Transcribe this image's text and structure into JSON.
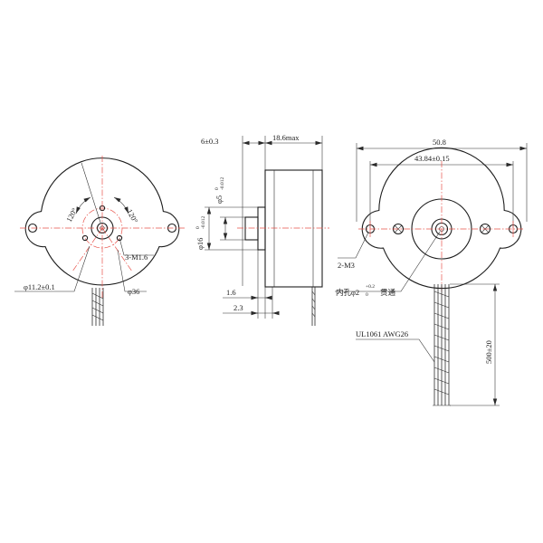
{
  "front_view": {
    "angle_left": "120°",
    "angle_right": "120°",
    "thread_label": "3-M1.6",
    "pcd_label": "φ11.2±0.1",
    "body_dia_label": "φ36"
  },
  "side_view": {
    "flange_thickness": "6±0.3",
    "body_length": "18.6max",
    "shaft_dia_label": "φ5",
    "shaft_tol_upper": "0",
    "shaft_tol_lower": "-0.012",
    "boss_dia_label": "φ16",
    "boss_tol_upper": "0",
    "boss_tol_lower": "-0.012",
    "dim_small": "1.6",
    "dim_boss": "2.3"
  },
  "rear_view": {
    "overall_width": "50.8",
    "hole_spacing": "43.84±0.15",
    "mount_holes": "2-M3",
    "bore_label": "内孔φ2",
    "bore_tol_upper": "+0.2",
    "bore_tol_lower": "0",
    "bore_suffix": "贯通",
    "cable_spec": "UL1061 AWG26",
    "cable_length": "500±20"
  },
  "colors": {
    "outline": "#1e1e1e",
    "centerline": "#e8524a"
  }
}
